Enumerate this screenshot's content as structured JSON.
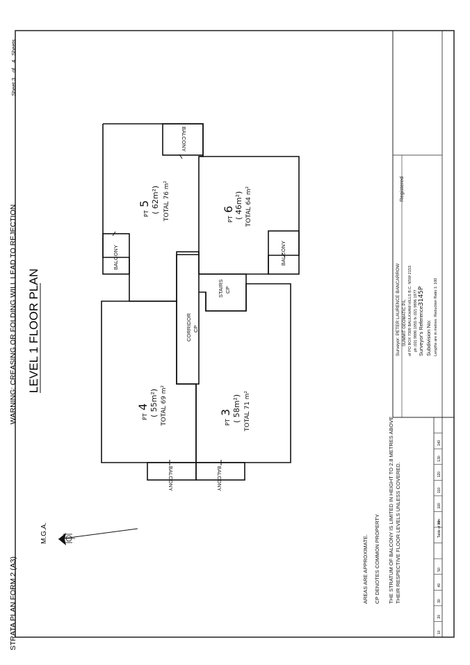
{
  "sheet": {
    "form_title": "STRATA PLAN FORM 2 (A3)",
    "warning": "WARNING: CREASING OR FOLDING WILL LEAD TO REJECTION",
    "sheet_label": "Sheet",
    "sheet_no": "3",
    "of_label": "of",
    "sheet_total": "4",
    "sheets_label": "Sheets"
  },
  "plan": {
    "title": "LEVEL 1 FLOOR PLAN",
    "north_label": "M.G.A.",
    "lots": [
      {
        "id": "5",
        "pt": "PT",
        "num": "5",
        "area": "( 62m²)",
        "total": "TOTAL 76 m²"
      },
      {
        "id": "6",
        "pt": "PT",
        "num": "6",
        "area": "( 46m²)",
        "total": "TOTAL 64 m²"
      },
      {
        "id": "4",
        "pt": "PT",
        "num": "4",
        "area": "( 55m²)",
        "total": "TOTAL 69 m²"
      },
      {
        "id": "3",
        "pt": "PT",
        "num": "3",
        "area": "( 58m²)",
        "total": "TOTAL 71 m²"
      }
    ],
    "balcony_label": "BALCONY",
    "corridor_label": "CORRIDOR",
    "stairs_label": "STAIRS",
    "cp_label": "CP"
  },
  "notes": {
    "line1": "AREAS ARE APPROXIMATE.",
    "line2": "CP DENOTES COMMON PROPERTY",
    "line3": "THE STRATUM OF BALCONY IS LIMITED IN HEIGHT TO 2.8 METRES ABOVE",
    "line4": "THEIR RESPECTIVE FLOOR LEVELS UNLESS COVERED."
  },
  "scale_table": {
    "values": [
      "10",
      "20",
      "30",
      "40",
      "50",
      "",
      "",
      "90",
      "100",
      "110",
      "120",
      "130",
      "140"
    ],
    "label": "Table of mm"
  },
  "surveyor": {
    "surveyor_line": "Surveyor: PETER LAURENCE BANCARROW",
    "firm_line": "SUMMIT GEOMATIC P/L",
    "address_line": "of PO BOX 7309 BAULKHAM HILLS B.C. NSW 2153",
    "phone_line": "ph (02) 9896 1955    fx (02) 9896 1977",
    "ref_label": "Surveyor's Reference:",
    "ref_value": "3145P",
    "subdivision_label": "Subdivision No:",
    "lengths_line": "Lengths are in metres.  Reduction Ratio 1: 100",
    "registered_label": "Registered"
  }
}
